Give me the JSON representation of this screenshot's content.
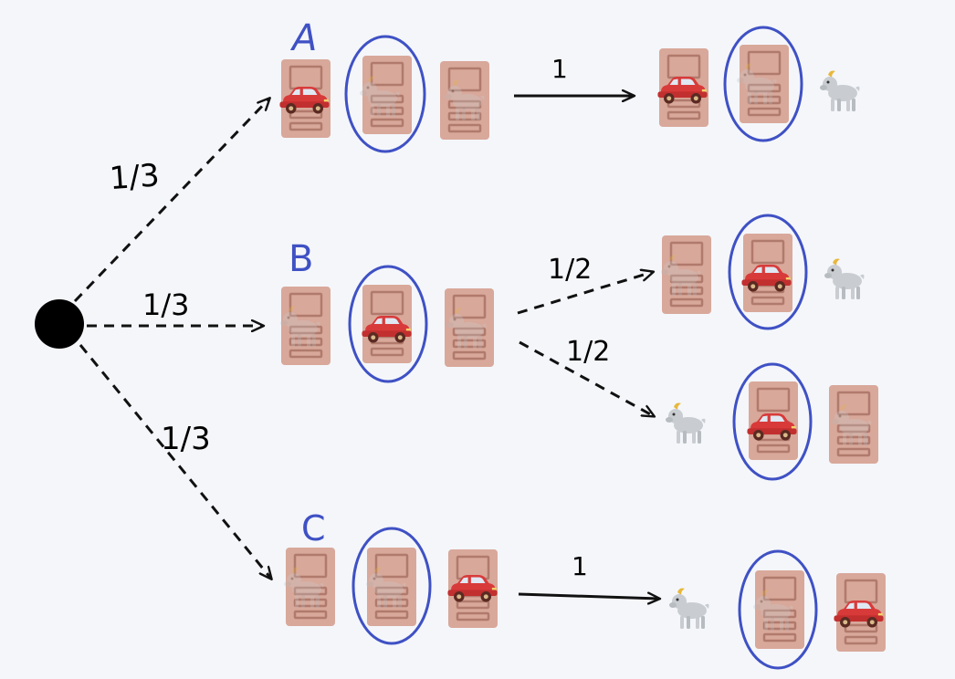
{
  "colors": {
    "background": "#f4f6fa",
    "arrow": "#111111",
    "door": "#d8a89a",
    "door_line": "#b07a6c",
    "circle": "#3f51c4",
    "letter": "#3f51c4",
    "car": "#d83a3a",
    "goat": "#c9cdd1"
  },
  "branches": [
    {
      "letter": "A",
      "prob": "1/3",
      "doors": [
        "car",
        "goat",
        "goat"
      ],
      "outcomes": [
        {
          "prob": "1",
          "items": [
            "car-door",
            "goat-door-circled",
            "goat"
          ]
        }
      ]
    },
    {
      "letter": "B",
      "prob": "1/3",
      "doors": [
        "goat",
        "car",
        "goat"
      ],
      "outcomes": [
        {
          "prob": "1/2",
          "items": [
            "goat-door",
            "car-door-circled",
            "goat"
          ]
        },
        {
          "prob": "1/2",
          "items": [
            "goat",
            "car-door-circled",
            "goat-door"
          ]
        }
      ]
    },
    {
      "letter": "C",
      "prob": "1/3",
      "doors": [
        "goat",
        "goat",
        "car"
      ],
      "outcomes": [
        {
          "prob": "1",
          "items": [
            "goat",
            "goat-door-circled",
            "car-door"
          ]
        }
      ]
    }
  ]
}
